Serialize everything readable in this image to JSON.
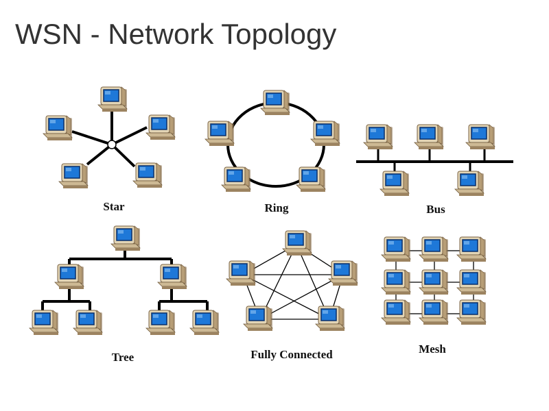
{
  "title": "WSN - Network Topology",
  "colors": {
    "screen": "#1e78d8",
    "screen_border": "#0a2f6a",
    "case": "#d8c8a4",
    "case_shadow": "#8a6f4a",
    "link": "#000000"
  },
  "topologies": [
    {
      "id": "star",
      "label": "Star",
      "icon": "computer-icon"
    },
    {
      "id": "ring",
      "label": "Ring",
      "icon": "computer-icon"
    },
    {
      "id": "bus",
      "label": "Bus",
      "icon": "computer-icon"
    },
    {
      "id": "tree",
      "label": "Tree",
      "icon": "computer-icon"
    },
    {
      "id": "fully",
      "label": "Fully Connected",
      "icon": "computer-icon"
    },
    {
      "id": "mesh",
      "label": "Mesh",
      "icon": "computer-icon"
    }
  ]
}
